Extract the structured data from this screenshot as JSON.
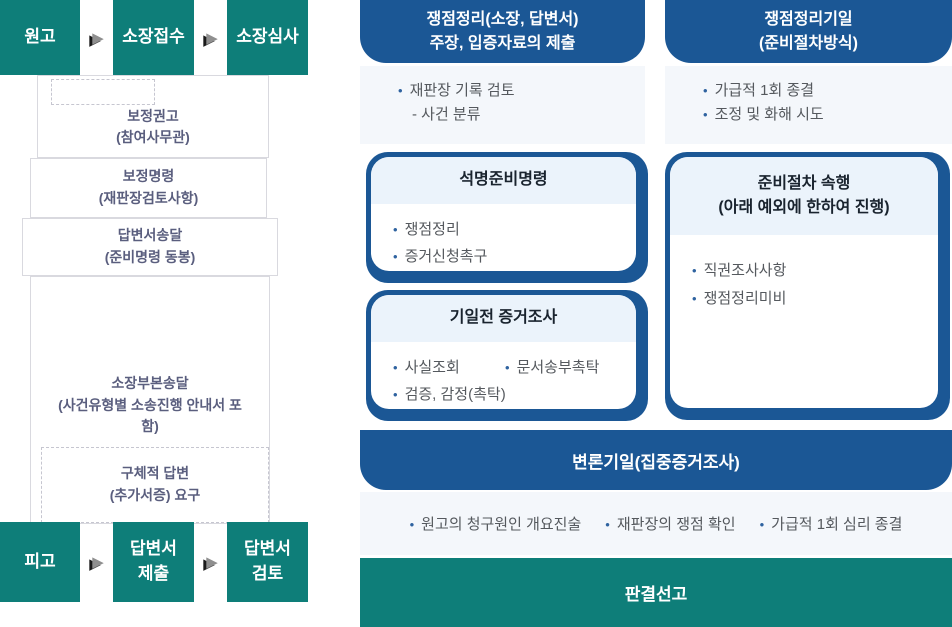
{
  "ui": {
    "bullet_char": "•"
  },
  "colors": {
    "teal": "#0E7E79",
    "navy": "#1B5795",
    "panel_bg": "#F4F7FB",
    "box_header_bg": "#EBF3FB",
    "flow_text": "#5A5E7E",
    "bullet_dot": "#2F63A0",
    "body_text": "#55595E"
  },
  "flow": {
    "arrow_icon": "▶",
    "top_nodes": [
      {
        "label": "원고"
      },
      {
        "label": "소장접수"
      },
      {
        "label": "소장심사"
      }
    ],
    "steps": [
      {
        "title": "보정권고",
        "subtitle": "(참여사무관)"
      },
      {
        "title": "보정명령",
        "subtitle": "(재판장검토사항)"
      },
      {
        "title": "답변서송달",
        "subtitle": "(준비명령 동봉)"
      },
      {
        "title": "소장부본송달",
        "subtitle": "(사건유형별 소송진행 안내서 포함)"
      },
      {
        "title": "구체적 답변",
        "subtitle": "(추가서증) 요구"
      }
    ],
    "bottom_nodes": [
      {
        "label": "피고"
      },
      {
        "label": "답변서 제출"
      },
      {
        "label": "답변서 검토"
      }
    ]
  },
  "right": {
    "panels": [
      {
        "title_line1": "쟁점정리(소장, 답변서)",
        "title_line2": "주장, 입증자료의 제출",
        "bullets": [
          "재판장 기록 검토"
        ],
        "sub_bullet": "- 사건 분류"
      },
      {
        "title_line1": "쟁점정리기일",
        "title_line2": "(준비절차방식)",
        "bullets": [
          "가급적 1회 종결",
          "조정 및 화해 시도"
        ]
      }
    ],
    "boxes": [
      {
        "title": "석명준비명령",
        "bullets": [
          "쟁점정리",
          "증거신청촉구"
        ]
      },
      {
        "title": "기일전 증거조사",
        "bullets": [
          "사실조회",
          "문서송부촉탁",
          "검증, 감정(촉탁)"
        ]
      },
      {
        "title_line1": "준비절차 속행",
        "title_line2": "(아래 예외에 한하여 진행)",
        "bullets": [
          "직권조사사항",
          "쟁점정리미비"
        ]
      }
    ],
    "hearing": {
      "title": "변론기일(집중증거조사)",
      "bullets": [
        "원고의 청구원인 개요진술",
        "재판장의 쟁점 확인",
        "가급적 1회 심리 종결"
      ]
    },
    "verdict_label": "판결선고"
  }
}
